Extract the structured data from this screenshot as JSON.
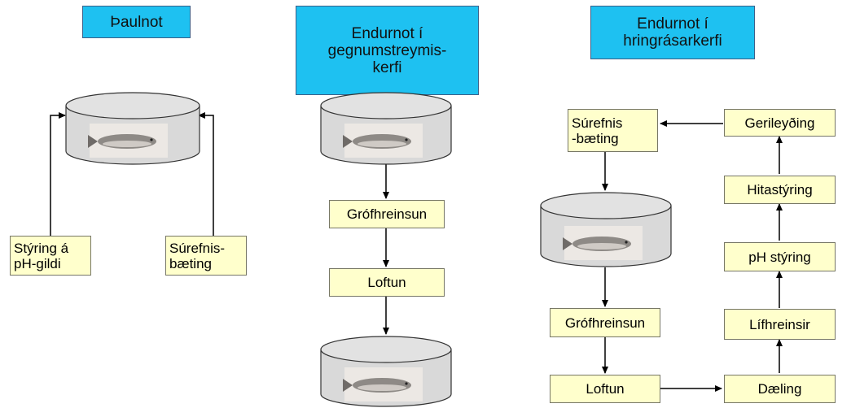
{
  "colors": {
    "header_fill": "#1ec1f1",
    "box_fill": "#ffffcc",
    "tank_fill": "#d9d9d9",
    "line": "#000000"
  },
  "columns": {
    "flow_through": {
      "title": "Þaulnot",
      "controls": [
        "Stýring á\npH-gildi",
        "Súrefnis-\nbæting"
      ]
    },
    "single_pass": {
      "title": "Endurnot í\ngegnumstreymis-\nkerfi",
      "steps": [
        "Grófhreinsun",
        "Loftun"
      ]
    },
    "recirculating": {
      "title": "Endurnot í\nhringrásarkerfi",
      "oxygen": "Súrefnis\n-bæting",
      "left_steps": [
        "Grófhreinsun",
        "Loftun"
      ],
      "right_steps": [
        "Dæling",
        "Lífhreinsir",
        "pH stýring",
        "Hitastýring",
        "Gerileyðing"
      ]
    }
  },
  "icons": {
    "tank": "fish-tank-icon",
    "fish": "salmon-icon"
  }
}
